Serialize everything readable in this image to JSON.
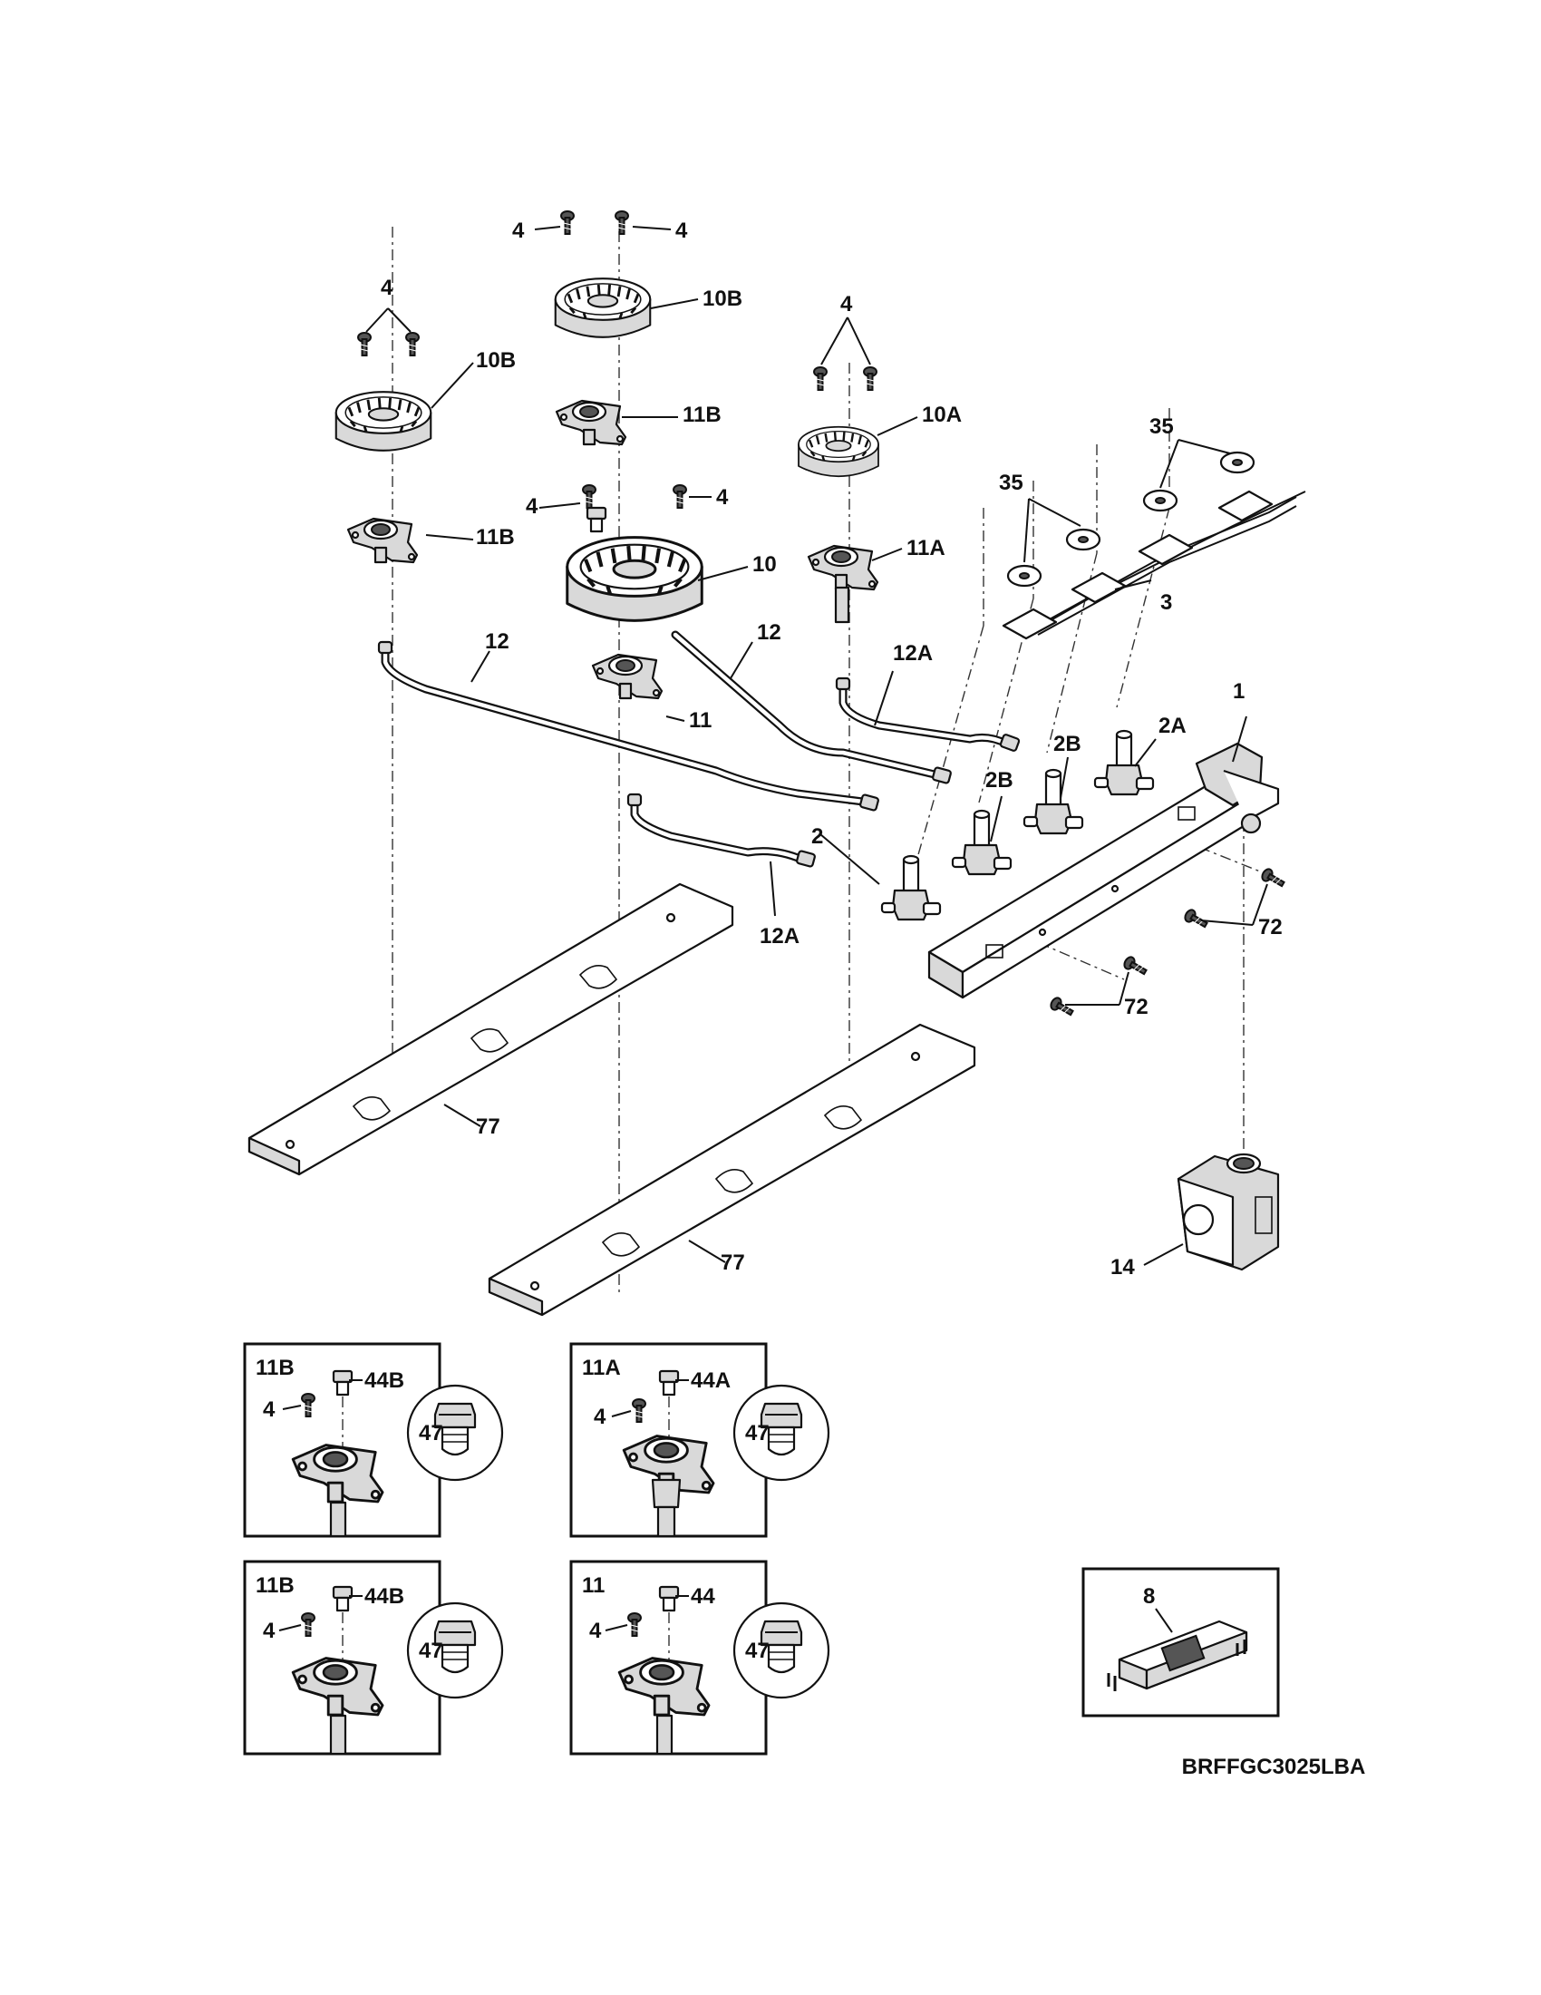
{
  "callouts": {
    "screw_a": "4",
    "screw_b": "4",
    "screw_c": "4",
    "screw_d": "4",
    "screw_e": "4",
    "screw_f": "4",
    "cap_10b_top": "10B",
    "cap_10b_left": "10B",
    "cap_10a": "10A",
    "cap_10": "10",
    "head_11b_top": "11B",
    "head_11b_left": "11B",
    "head_11a": "11A",
    "head_11": "11",
    "tube_12_left": "12",
    "tube_12_center": "12",
    "tube_12a_right": "12A",
    "tube_12a_bottom": "12A",
    "valve_2": "2",
    "valve_2b_left": "2B",
    "valve_2b_right": "2B",
    "valve_2a": "2A",
    "manifold_1": "1",
    "harness_3": "3",
    "switch_35_left": "35",
    "switch_35_right": "35",
    "screw_72_right": "72",
    "screw_72_bottom": "72",
    "bracket_77_left": "77",
    "bracket_77_right": "77",
    "regulator_14": "14"
  },
  "insets": [
    {
      "title": "11B",
      "screw": "4",
      "orifice": "44B",
      "detail": "47"
    },
    {
      "title": "11A",
      "screw": "4",
      "orifice": "44A",
      "detail": "47"
    },
    {
      "title": "11B",
      "screw": "4",
      "orifice": "44B",
      "detail": "47"
    },
    {
      "title": "11",
      "screw": "4",
      "orifice": "44",
      "detail": "47"
    }
  ],
  "igniter_inset": {
    "label": "8"
  },
  "model_number": "BRFFGC3025LBA"
}
